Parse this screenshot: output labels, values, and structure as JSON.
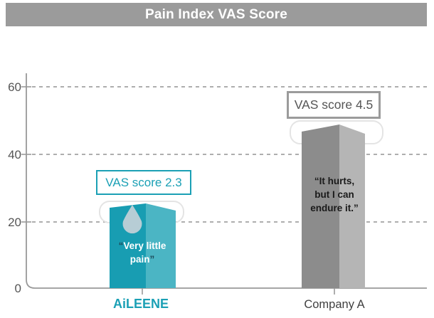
{
  "header": {
    "title": "Pain Index VAS Score"
  },
  "chart_data": {
    "type": "bar",
    "title": "Pain Index VAS Score",
    "categories": [
      "AiLEENE",
      "Company A"
    ],
    "values": [
      2.3,
      4.5
    ],
    "plotted_heights_on_axis": [
      24,
      47
    ],
    "ylim": [
      0,
      60
    ],
    "yticks": [
      0,
      20,
      40,
      60
    ],
    "xlabel": "",
    "ylabel": "",
    "grid": "horizontal-dashed",
    "legend": "none",
    "annotations": [
      "VAS score 2.3",
      "VAS score 4.5",
      "“Very little pain”",
      "“It hurts, but I can endure it.”"
    ]
  },
  "yaxis": {
    "ticks": [
      "60",
      "40",
      "20",
      "0"
    ]
  },
  "bars": [
    {
      "label": "AiLEENE",
      "score_label": "VAS score 2.3",
      "quote_open": "“",
      "quote_line1": "Very little",
      "quote_line2": "pain",
      "quote_close": "”",
      "front_color": "#189DB2",
      "side_color": "#4BB5C4",
      "icon": "water-drop-icon"
    },
    {
      "label": "Company A",
      "score_label": "VAS score 4.5",
      "quote_line1": "“It hurts,",
      "quote_line2": "but I can",
      "quote_line3": "endure it.”",
      "front_color": "#8C8C8C",
      "side_color": "#B5B5B5"
    }
  ],
  "colors": {
    "header_bg": "#9B9B9B",
    "header_text": "#FFFFFF",
    "accent_teal": "#1BA0B5",
    "drop": "#B7CDD5",
    "quote_mark_navy": "#1D4656",
    "axis_gray": "#999999",
    "tick_label_gray": "#555555",
    "company_label_gray": "#3F3F3F"
  }
}
